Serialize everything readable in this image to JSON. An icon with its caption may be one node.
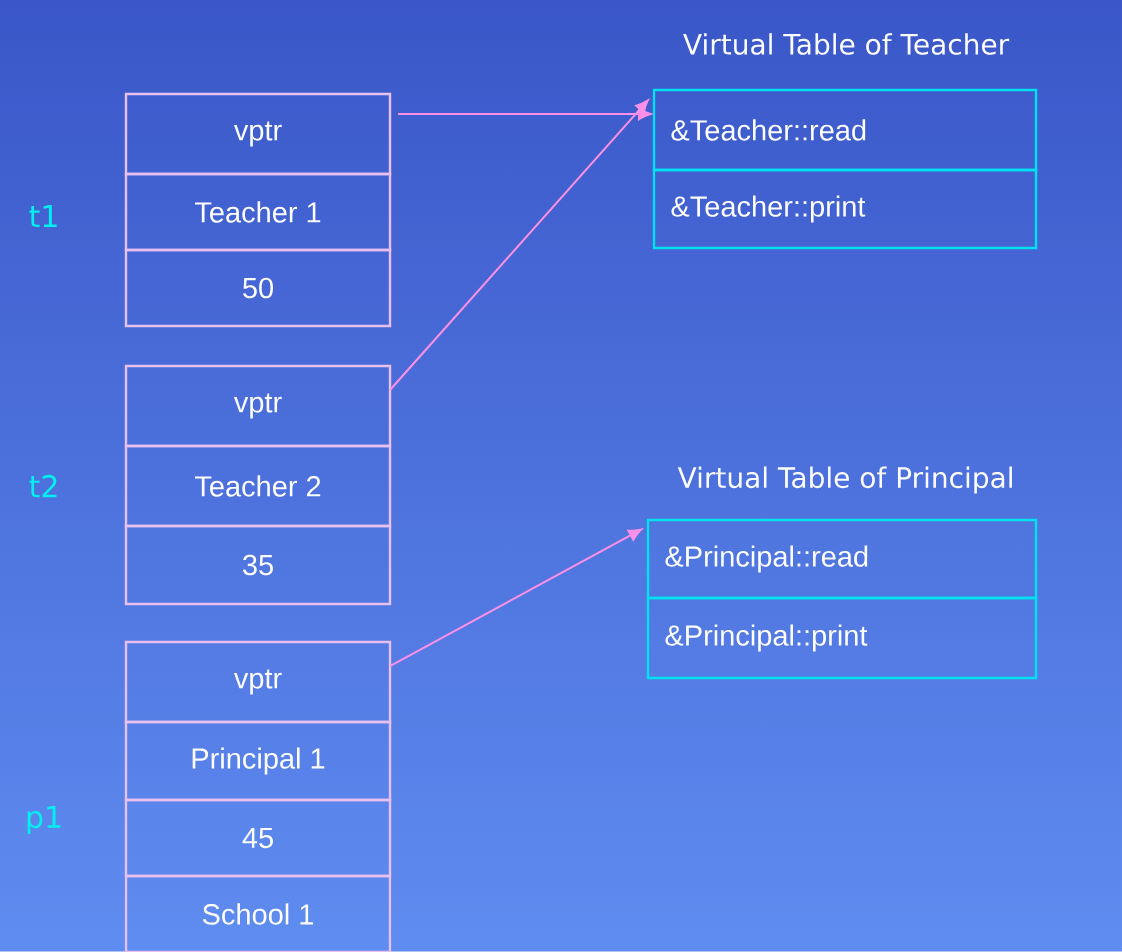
{
  "diagram": {
    "nodes": [
      {
        "text": [
          "vptr"
        ]
      },
      {
        "text": [
          "Teacher 1"
        ]
      },
      {
        "text": [
          "50"
        ]
      },
      {
        "text": [
          "&Teacher::read"
        ]
      },
      {
        "text": [
          "&Teacher::print"
        ]
      },
      {
        "text": [
          "vptr"
        ]
      },
      {
        "text": [
          "Teacher 2"
        ]
      },
      {
        "text": [
          "35"
        ]
      },
      {
        "text": [
          "&Principal::read"
        ]
      },
      {
        "text": [
          "&Principal::print"
        ]
      },
      {
        "text": [
          "vptr"
        ]
      },
      {
        "text": [
          "Principal 1"
        ]
      },
      {
        "text": [
          "45"
        ]
      },
      {
        "text": [
          "School 1"
        ]
      }
    ],
    "edges": [
      {
        "from": 0,
        "to": 3,
        "arrow": "to"
      },
      {
        "from": 5,
        "to": 3,
        "arrow": "to"
      },
      {
        "from": 10,
        "to": 8,
        "arrow": "to"
      }
    ],
    "labels": [
      "Virtual Table of Teacher",
      "t1",
      "t2",
      "Virtual Table of Principal",
      "p1"
    ]
  }
}
